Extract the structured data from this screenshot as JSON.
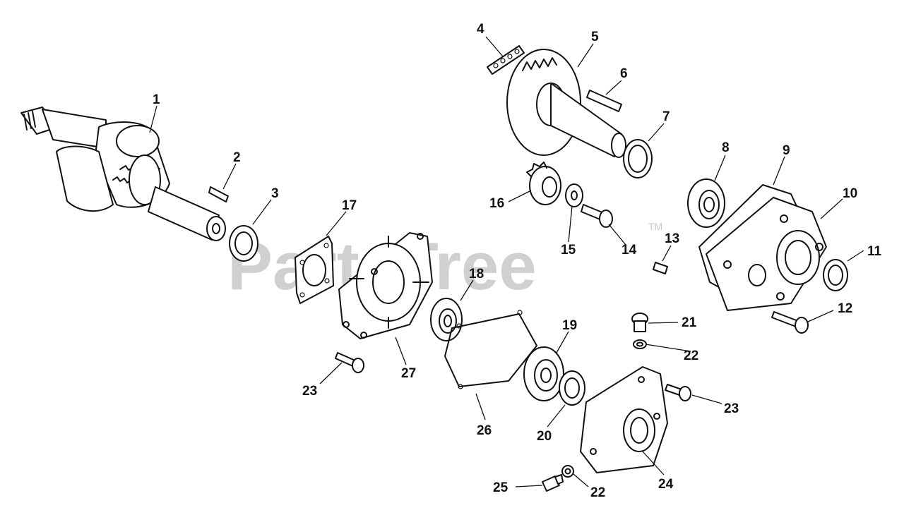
{
  "watermark": {
    "text": "PartsTree",
    "trademark": "TM"
  },
  "callouts": [
    {
      "id": "c1",
      "label": "1"
    },
    {
      "id": "c2",
      "label": "2"
    },
    {
      "id": "c3",
      "label": "3"
    },
    {
      "id": "c4",
      "label": "4"
    },
    {
      "id": "c5",
      "label": "5"
    },
    {
      "id": "c6",
      "label": "6"
    },
    {
      "id": "c7",
      "label": "7"
    },
    {
      "id": "c8",
      "label": "8"
    },
    {
      "id": "c9",
      "label": "9"
    },
    {
      "id": "c10",
      "label": "10"
    },
    {
      "id": "c11",
      "label": "11"
    },
    {
      "id": "c12",
      "label": "12"
    },
    {
      "id": "c13",
      "label": "13"
    },
    {
      "id": "c14",
      "label": "14"
    },
    {
      "id": "c15",
      "label": "15"
    },
    {
      "id": "c16",
      "label": "16"
    },
    {
      "id": "c17",
      "label": "17"
    },
    {
      "id": "c18",
      "label": "18"
    },
    {
      "id": "c19",
      "label": "19"
    },
    {
      "id": "c20",
      "label": "20"
    },
    {
      "id": "c21",
      "label": "21"
    },
    {
      "id": "c22a",
      "label": "22"
    },
    {
      "id": "c22b",
      "label": "22"
    },
    {
      "id": "c23a",
      "label": "23"
    },
    {
      "id": "c23b",
      "label": "23"
    },
    {
      "id": "c24",
      "label": "24"
    },
    {
      "id": "c25",
      "label": "25"
    },
    {
      "id": "c26",
      "label": "26"
    },
    {
      "id": "c27",
      "label": "27"
    }
  ]
}
